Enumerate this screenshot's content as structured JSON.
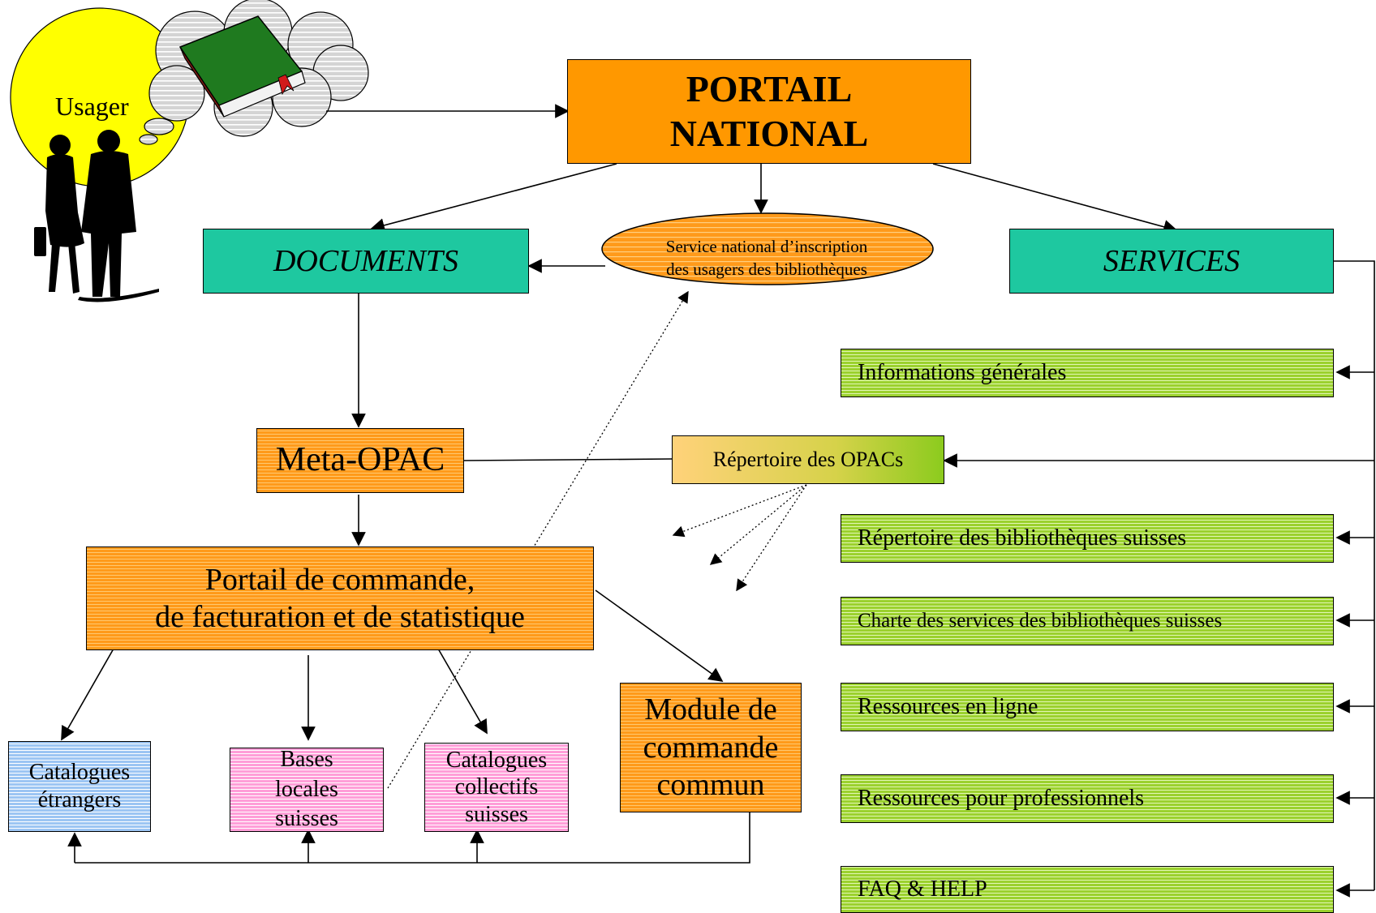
{
  "user": {
    "label": "Usager"
  },
  "portal": {
    "title": "PORTAIL\nNATIONAL"
  },
  "documents": {
    "label": "DOCUMENTS"
  },
  "services": {
    "label": "SERVICES"
  },
  "registration_service": {
    "label": "Service national d’inscription\ndes usagers des bibliothèques"
  },
  "meta_opac": {
    "label": "Meta-OPAC"
  },
  "opac_directory": {
    "label": "Répertoire des OPACs"
  },
  "order_portal": {
    "label": "Portail de commande,\nde facturation et de statistique"
  },
  "order_module": {
    "label": "Module de\ncommande\ncommun"
  },
  "catalogs": {
    "foreign": "Catalogues\nétrangers",
    "local": "Bases\nlocales\nsuisses",
    "collective": "Catalogues\ncollectifs\nsuisses"
  },
  "service_items": [
    "Informations générales",
    "Répertoire des bibliothèques suisses",
    "Charte des services des bibliothèques suisses",
    "Ressources en ligne",
    "Ressources pour professionnels",
    "FAQ & HELP"
  ],
  "colors": {
    "teal": "#1ec8a0",
    "orange": "#ff9800",
    "green_stripe": "#9bd12e",
    "blue_stripe": "#9cc5f3",
    "pink_stripe": "#ff9ed8",
    "sun_yellow": "#ffff00",
    "book_green": "#1f7a1f"
  },
  "icons": [
    "user-silhouettes-icon",
    "thought-cloud-icon",
    "book-icon"
  ]
}
